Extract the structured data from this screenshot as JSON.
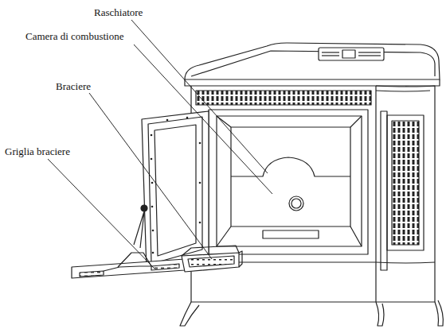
{
  "diagram": {
    "labels": [
      "Raschiatore",
      "Camera di combustione",
      "Braciere",
      "Griglia braciere"
    ]
  }
}
